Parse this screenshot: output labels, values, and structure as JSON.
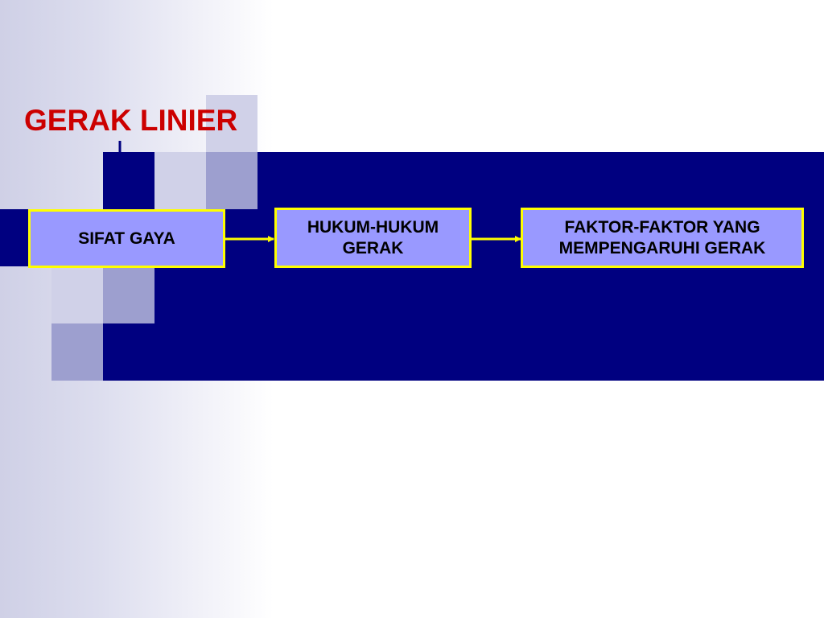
{
  "slide": {
    "title": "GERAK LINIER"
  },
  "flow": {
    "nodes": [
      {
        "id": "sifat-gaya",
        "label": "SIFAT GAYA"
      },
      {
        "id": "hukum-hukum-gerak",
        "label": "HUKUM-HUKUM GERAK"
      },
      {
        "id": "faktor-faktor",
        "label": "FAKTOR-FAKTOR YANG MEMPENGARUHI GERAK"
      }
    ],
    "edges": [
      {
        "from": "title",
        "to": "sifat-gaya"
      },
      {
        "from": "sifat-gaya",
        "to": "hukum-hukum-gerak"
      },
      {
        "from": "hukum-hukum-gerak",
        "to": "faktor-faktor"
      }
    ]
  },
  "colors": {
    "title": "#cc0000",
    "band": "#000080",
    "node_fill": "#9999ff",
    "node_border": "#ffff00",
    "flow_arrow": "#ffff00",
    "title_arrow": "#000080"
  }
}
